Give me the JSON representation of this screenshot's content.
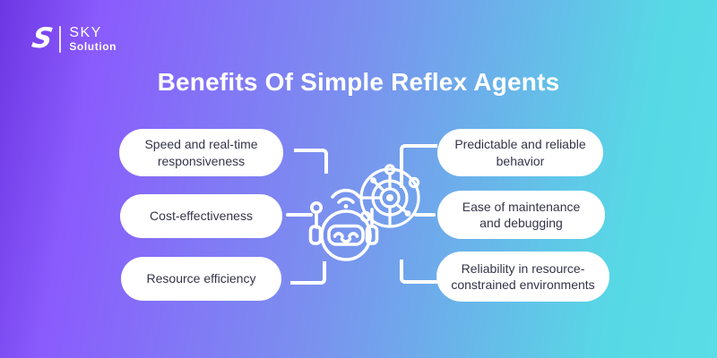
{
  "brand": {
    "mark": "S",
    "name_top": "SKY",
    "name_bottom": "Solution"
  },
  "title": {
    "text": "Benefits Of Simple Reflex Agents"
  },
  "benefits": {
    "left": [
      "Speed and real-time\nresponsiveness",
      "Cost-effectiveness",
      "Resource efficiency"
    ],
    "right": [
      "Predictable and reliable\nbehavior",
      "Ease of maintenance\nand debugging",
      "Reliability in resource-\nconstrained environments"
    ]
  },
  "icons": {
    "center": "robot-ai-icon",
    "parts": [
      "wifi-icon",
      "antenna-icon",
      "robot-face-icon",
      "network-brain-icon"
    ]
  },
  "colors": {
    "gradient_start": "#6d36e3",
    "gradient_mid_purple": "#8a5bfd",
    "gradient_mid_blue": "#7a92ee",
    "gradient_end": "#57d9e5",
    "pill_background": "#ffffff",
    "pill_text": "#343449",
    "title_text": "#ffffff",
    "line_color": "#ffffff"
  }
}
